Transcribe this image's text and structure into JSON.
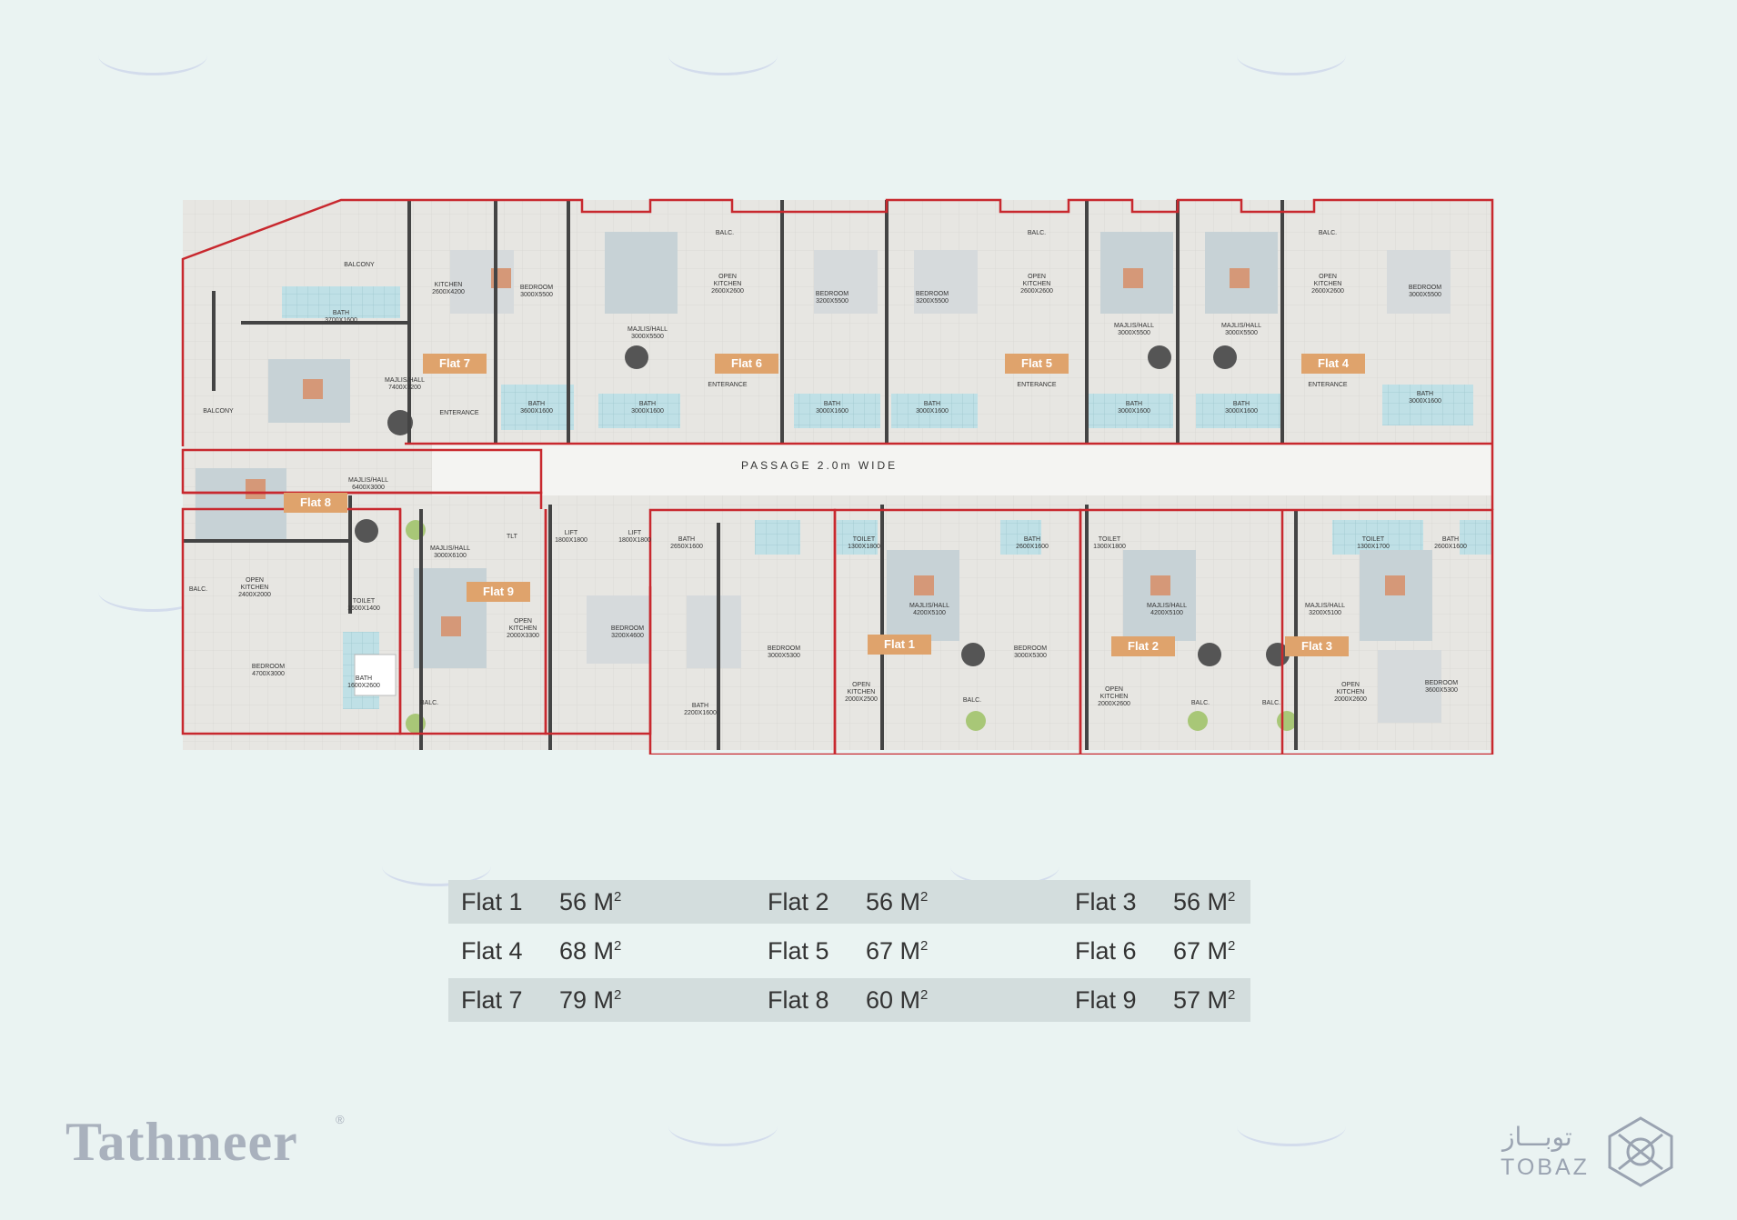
{
  "passage_label": "PASSAGE 2.0m WIDE",
  "flat_tags": [
    "Flat 7",
    "Flat 6",
    "Flat 5",
    "Flat 4",
    "Flat 8",
    "Flat 9",
    "Flat 1",
    "Flat 2",
    "Flat 3"
  ],
  "room_labels": {
    "f7_balcony_top": "BALCONY",
    "f7_kitchen": "KITCHEN\n2600X4200",
    "f7_bath": "BATH\n3700X1600",
    "f7_balcony_left": "BALCONY",
    "f7_majlis": "MAJLIS/HALL\n7400X3200",
    "f7_entrance": "ENTERANCE",
    "f7_bedroom": "BEDROOM\n3000X5500",
    "f7_bath2": "BATH\n3600X1600",
    "f6_majlis": "MAJLIS/HALL\n3000X5500",
    "f6_bath": "BATH\n3000X1600",
    "f6_balc": "BALC.",
    "f6_kitchen": "OPEN\nKITCHEN\n2600X2600",
    "f6_entrance": "ENTERANCE",
    "f6_bedroom": "BEDROOM\n3200X5500",
    "f6_bath2": "BATH\n3000X1600",
    "f5_bedroom": "BEDROOM\n3200X5500",
    "f5_bath": "BATH\n3000X1600",
    "f5_balc": "BALC.",
    "f5_kitchen": "OPEN\nKITCHEN\n2600X2600",
    "f5_entrance": "ENTERANCE",
    "f5_majlis": "MAJLIS/HALL\n3000X5500",
    "f5_bath2": "BATH\n3000X1600",
    "f4_majlis": "MAJLIS/HALL\n3000X5500",
    "f4_bath": "BATH\n3000X1600",
    "f4_balc": "BALC.",
    "f4_kitchen": "OPEN\nKITCHEN\n2600X2600",
    "f4_entrance": "ENTERANCE",
    "f4_bedroom": "BEDROOM\n3000X5500",
    "f4_bath2": "BATH\n3000X1600",
    "f8_majlis": "MAJLIS/HALL\n6400X3000",
    "f8_balc": "BALC.",
    "f8_kitchen": "OPEN\nKITCHEN\n2400X2000",
    "f8_toilet": "TOILET\n1600X1400",
    "f8_bedroom": "BEDROOM\n4700X3000",
    "f8_bath": "BATH\n1600X2600",
    "f9_majlis": "MAJLIS/HALL\n3000X6100",
    "f9_tlt": "TLT",
    "f9_kitchen": "OPEN\nKITCHEN\n2000X3300",
    "f9_balc": "BALC.",
    "f9_bedroom": "BEDROOM\n3200X4600",
    "f9_bath": "BATH\n2200X1600",
    "lift1": "LIFT\n1800X1800",
    "lift2": "LIFT\n1800X1800",
    "f1_bath": "BATH\n2650X1600",
    "f1_toilet": "TOILET\n1300X1800",
    "f1_bedroom": "BEDROOM\n3000X5300",
    "f1_majlis": "MAJLIS/HALL\n4200X5100",
    "f1_kitchen": "OPEN\nKITCHEN\n2000X2500",
    "f1_balc": "BALC.",
    "f2_bath": "BATH\n2600X1600",
    "f2_toilet": "TOILET\n1300X1800",
    "f2_bedroom": "BEDROOM\n3000X5300",
    "f2_majlis": "MAJLIS/HALL\n4200X5100",
    "f2_kitchen": "OPEN\nKITCHEN\n2000X2600",
    "f2_balc": "BALC.",
    "f3_balc": "BALC.",
    "f3_toilet": "TOILET\n1300X1700",
    "f3_bath": "BATH\n2600X1600",
    "f3_majlis": "MAJLIS/HALL\n3200X5100",
    "f3_kitchen": "OPEN\nKITCHEN\n2000X2600",
    "f3_bedroom": "BEDROOM\n3600X5300"
  },
  "area_table": {
    "rows": [
      [
        {
          "name": "Flat 1",
          "area": "56 M"
        },
        {
          "name": "Flat 2",
          "area": "56 M"
        },
        {
          "name": "Flat 3",
          "area": "56 M"
        }
      ],
      [
        {
          "name": "Flat 4",
          "area": "68 M"
        },
        {
          "name": "Flat 5",
          "area": "67 M"
        },
        {
          "name": "Flat 6",
          "area": "67 M"
        }
      ],
      [
        {
          "name": "Flat 7",
          "area": "79 M"
        },
        {
          "name": "Flat 8",
          "area": "60 M"
        },
        {
          "name": "Flat 9",
          "area": "57 M"
        }
      ]
    ],
    "unit_superscript": "2"
  },
  "brand": {
    "name": "Tathmeer",
    "registered": "®"
  },
  "partner": {
    "name_ar": "توبـــاز",
    "name": "TOBAZ"
  },
  "colors": {
    "background": "#eaf3f2",
    "outline": "#c8282e",
    "flat_tag": "#dfa36c",
    "text": "#333333",
    "logo_grey": "#a9b1bd"
  }
}
